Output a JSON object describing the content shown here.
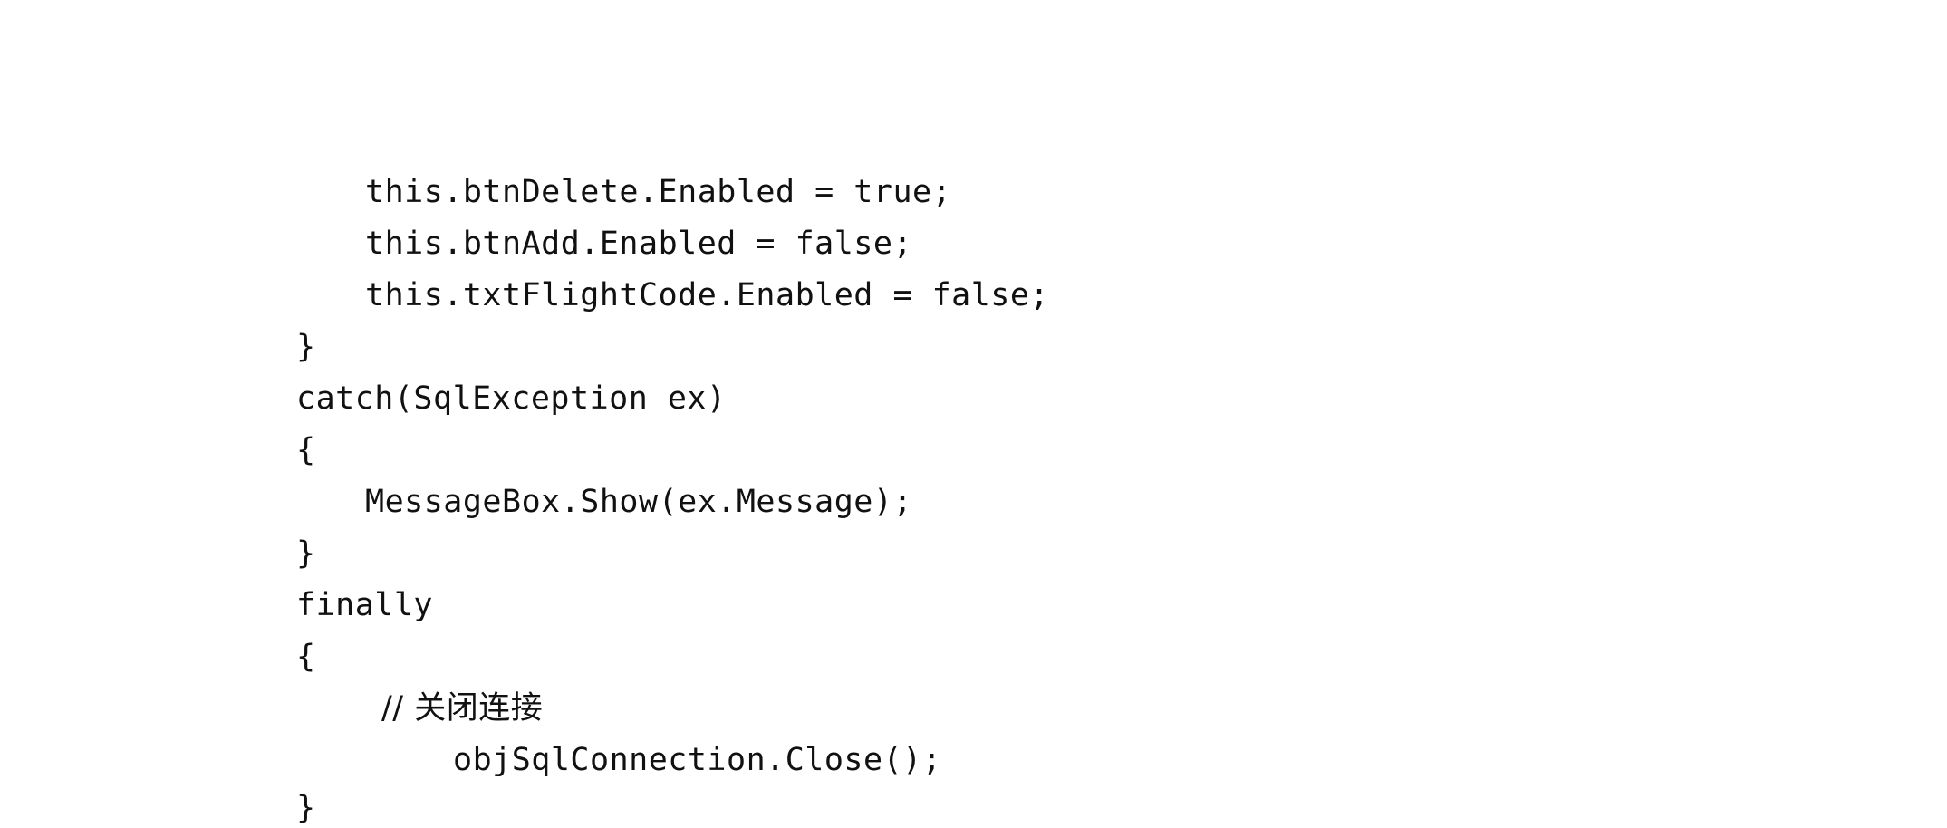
{
  "document": {
    "lines": [
      "this.btnDelete.Enabled = true;",
      "this.btnAdd.Enabled = false;",
      "this.txtFlightCode.Enabled = false;",
      "}",
      "catch(SqlException ex)",
      "{",
      "MessageBox.Show(ex.Message);",
      "}",
      "finally",
      "{",
      "// 关闭连接",
      "objSqlConnection.Close();",
      "}"
    ]
  }
}
